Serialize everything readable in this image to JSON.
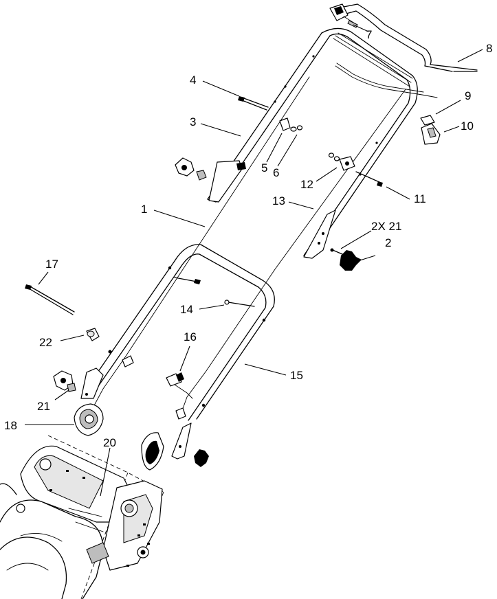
{
  "callouts": {
    "c1": "1",
    "c2": "2",
    "c2x21": "2X 21",
    "c3": "3",
    "c4": "4",
    "c5": "5",
    "c6": "6",
    "c7": "7",
    "c8": "8",
    "c9": "9",
    "c10": "10",
    "c11": "11",
    "c12": "12",
    "c13": "13",
    "c14": "14",
    "c15": "15",
    "c16": "16",
    "c17": "17",
    "c18": "18",
    "c20": "20",
    "c21": "21",
    "c22": "22"
  }
}
